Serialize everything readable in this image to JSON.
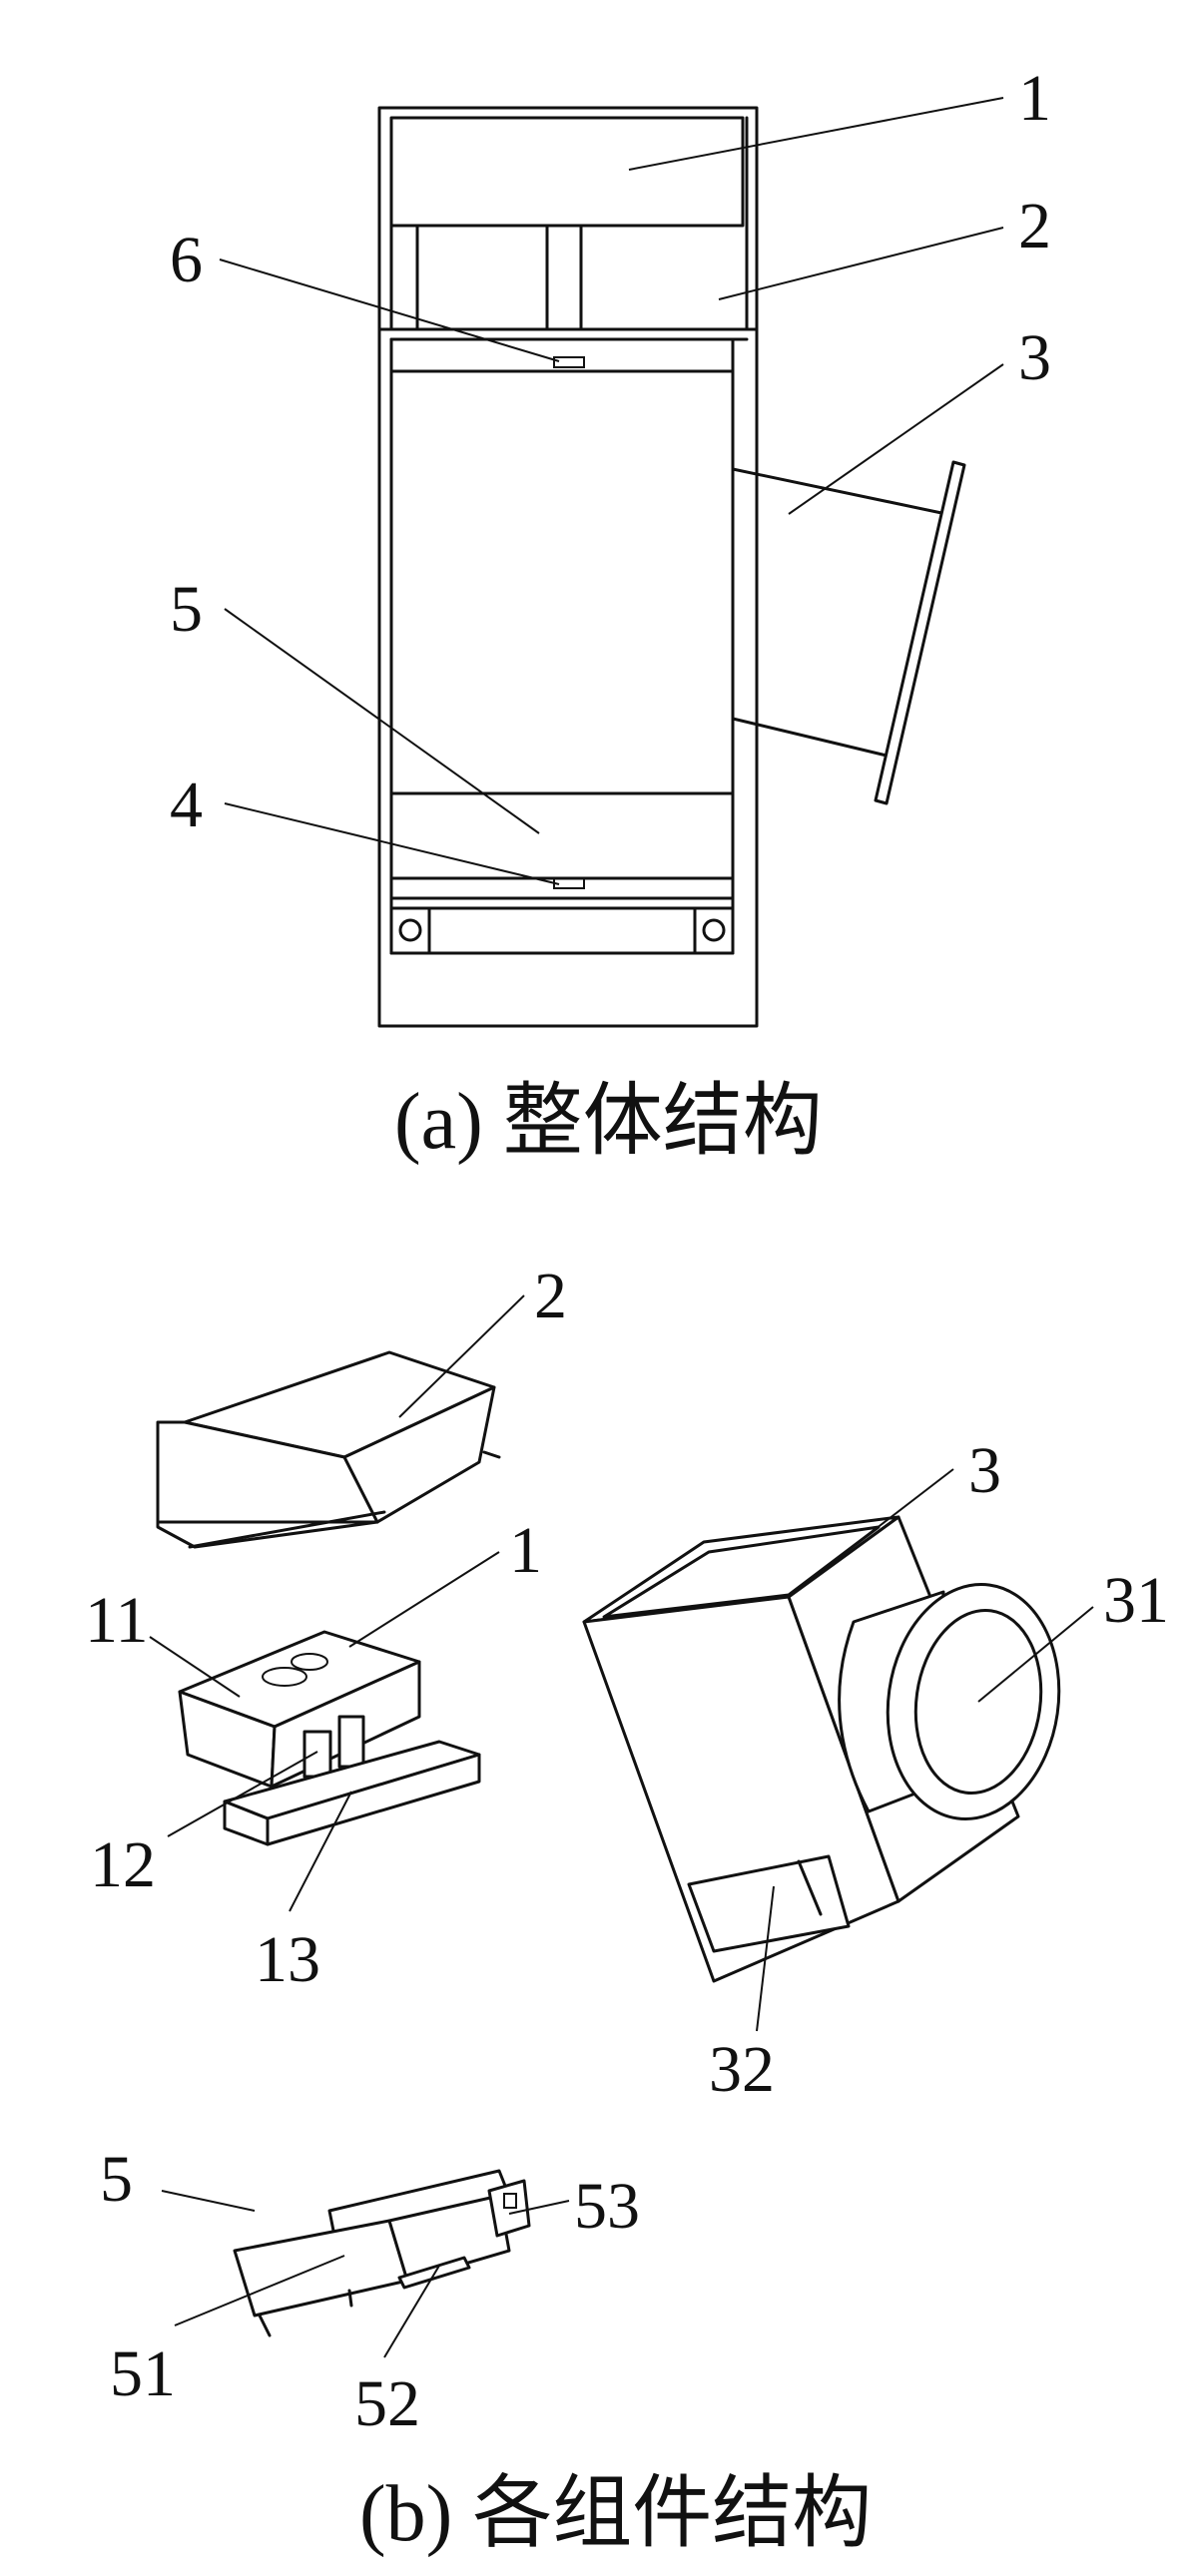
{
  "figure_a": {
    "caption": "(a) 整体结构",
    "labels": {
      "l1": "1",
      "l2": "2",
      "l3": "3",
      "l4": "4",
      "l5": "5",
      "l6": "6"
    }
  },
  "figure_b": {
    "caption": "(b) 各组件结构",
    "labels": {
      "l2": "2",
      "l1": "1",
      "l11": "11",
      "l12": "12",
      "l13": "13",
      "l3": "3",
      "l31": "31",
      "l32": "32",
      "l5": "5",
      "l51": "51",
      "l52": "52",
      "l53": "53"
    }
  }
}
